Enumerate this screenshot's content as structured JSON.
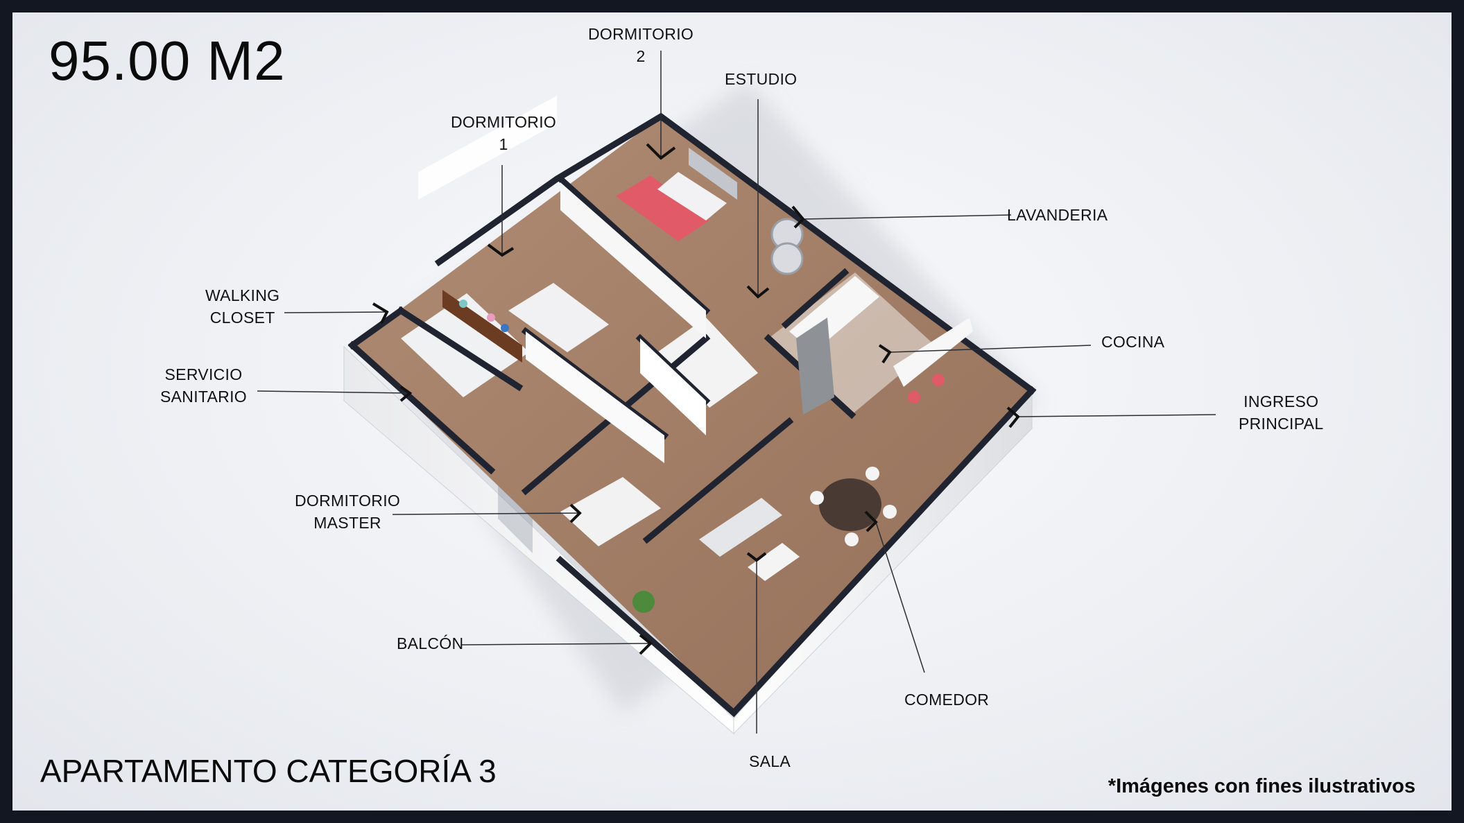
{
  "header": {
    "area": "95.00 M2"
  },
  "footer": {
    "category": "APARTAMENTO CATEGORÍA 3",
    "disclaimer": "*Imágenes con fines ilustrativos"
  },
  "rooms": {
    "dormitorio_2": [
      "DORMITORIO",
      "2"
    ],
    "estudio": [
      "ESTUDIO"
    ],
    "dormitorio_1": [
      "DORMITORIO",
      "1"
    ],
    "lavanderia": [
      "LAVANDERIA"
    ],
    "walking_closet": [
      "WALKING",
      "CLOSET"
    ],
    "cocina": [
      "COCINA"
    ],
    "servicio_sanitario": [
      "SERVICIO",
      "SANITARIO"
    ],
    "ingreso_principal": [
      "INGRESO",
      "PRINCIPAL"
    ],
    "dormitorio_master": [
      "DORMITORIO",
      "MASTER"
    ],
    "balcon": [
      "BALCÓN"
    ],
    "comedor": [
      "COMEDOR"
    ],
    "sala": [
      "SALA"
    ]
  },
  "colors": {
    "frame": "#121722",
    "floor_wood": "#a27f68",
    "wall_top": "#1f2430",
    "wall_face": "#f5f5f6",
    "bed_red": "#e05a67",
    "cabinet_wood": "#6b3b22",
    "glass": "#7fc7c4"
  }
}
